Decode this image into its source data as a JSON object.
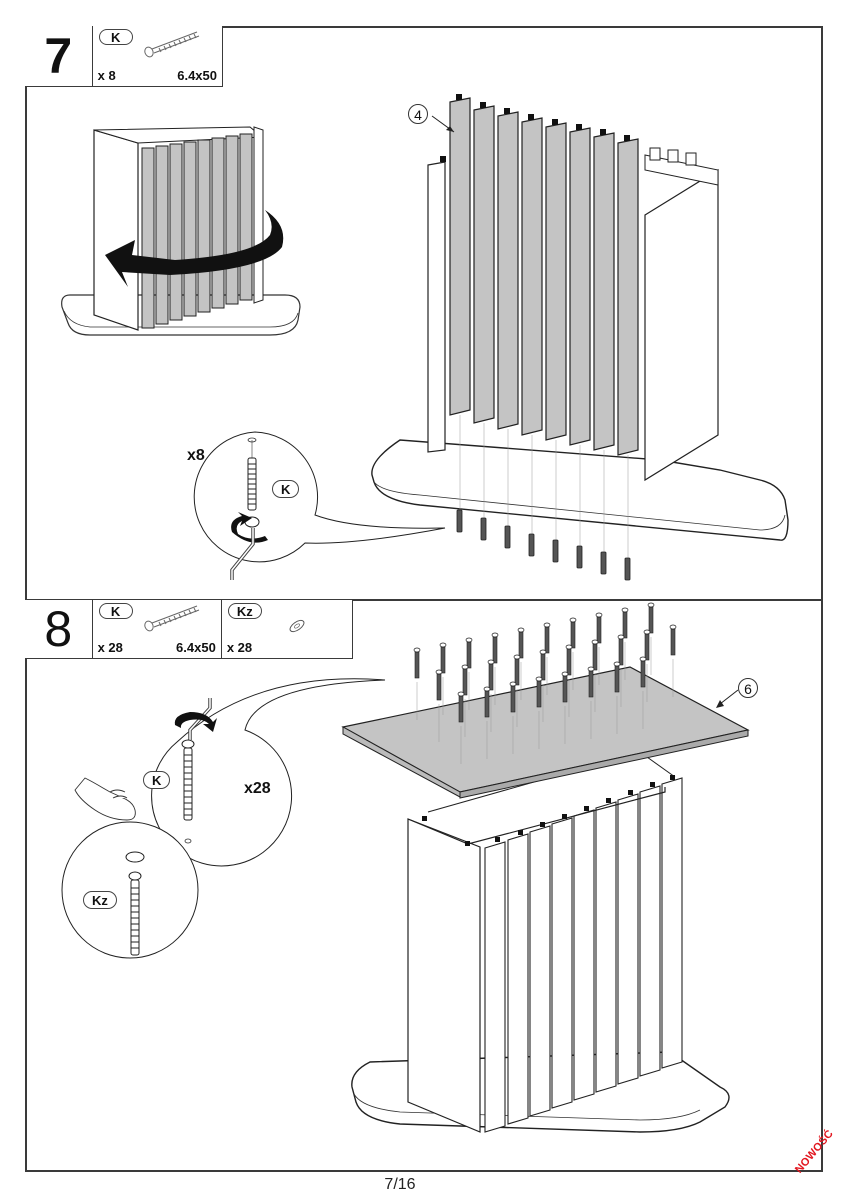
{
  "page": {
    "page_number": "7/16",
    "stamp_text": "NOWOŚĆ",
    "stamp_color": "#e2161f",
    "line_color": "#3a3a3a",
    "panel_gray": "#c4c4c4"
  },
  "steps": [
    {
      "number": "7",
      "parts": [
        {
          "tag": "K",
          "quantity": "x 8",
          "size": "6.4x50",
          "icon": "screw-icon"
        }
      ],
      "callouts": {
        "part_number": "4",
        "detail_quantity": "x8",
        "detail_tag": "K"
      },
      "slat_count": 8,
      "screw_count": 8
    },
    {
      "number": "8",
      "parts": [
        {
          "tag": "K",
          "quantity": "x 28",
          "size": "6.4x50",
          "icon": "screw-icon"
        },
        {
          "tag": "Kz",
          "quantity": "x 28",
          "size": "",
          "icon": "cap-icon"
        }
      ],
      "callouts": {
        "part_number": "6",
        "detail_quantity": "x28",
        "detail_tag_screw": "K",
        "detail_tag_cap": "Kz"
      },
      "slat_count": 8,
      "screw_count": 28
    }
  ]
}
